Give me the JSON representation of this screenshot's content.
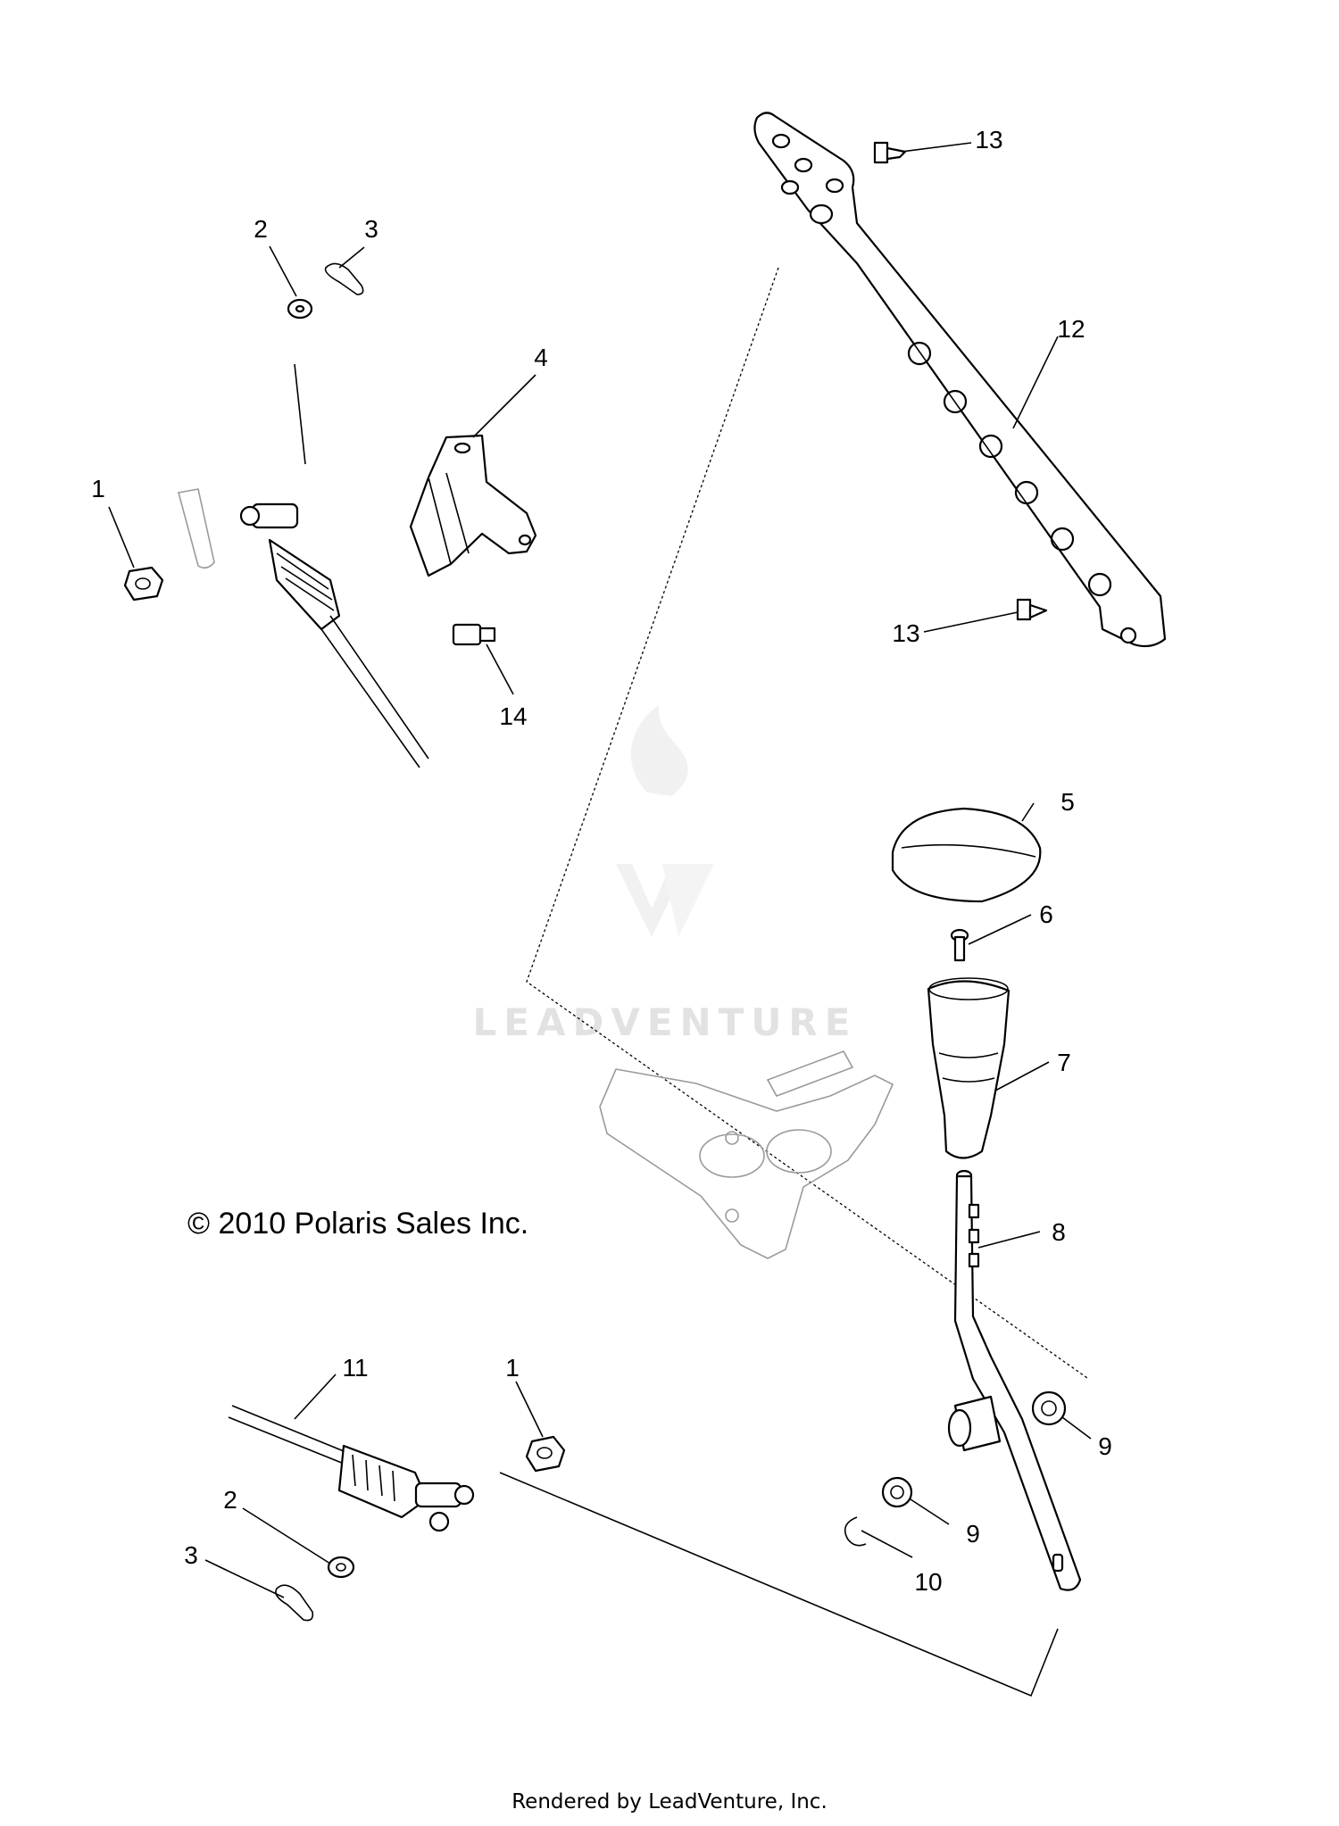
{
  "callouts": [
    {
      "label": "1"
    },
    {
      "label": "2"
    },
    {
      "label": "3"
    },
    {
      "label": "4"
    },
    {
      "label": "12"
    },
    {
      "label": "13"
    },
    {
      "label": "13"
    },
    {
      "label": "14"
    },
    {
      "label": "5"
    },
    {
      "label": "6"
    },
    {
      "label": "7"
    },
    {
      "label": "8"
    },
    {
      "label": "11"
    },
    {
      "label": "1"
    },
    {
      "label": "2"
    },
    {
      "label": "3"
    },
    {
      "label": "9"
    },
    {
      "label": "9"
    },
    {
      "label": "10"
    }
  ],
  "copyright": "© 2010 Polaris Sales Inc.",
  "watermark": "LEADVENTURE",
  "footer": "Rendered by LeadVenture, Inc.",
  "colors": {
    "line": "#000000",
    "ghost": "#9a9a9a",
    "watermark": "#e2e2e2",
    "background": "#ffffff"
  }
}
